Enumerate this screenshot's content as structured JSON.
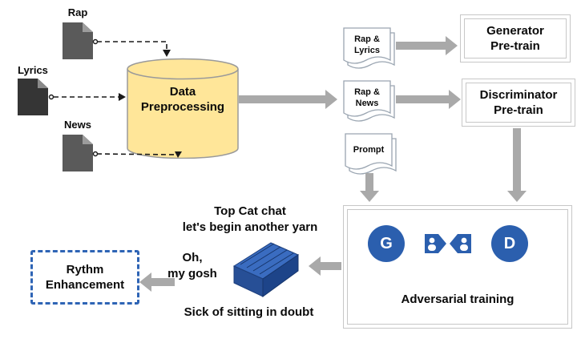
{
  "sources": [
    {
      "label": "Rap"
    },
    {
      "label": "Lyrics"
    },
    {
      "label": "News"
    }
  ],
  "preprocessing": {
    "line1": "Data",
    "line2": "Preprocessing"
  },
  "datasets": [
    {
      "line1": "Rap &",
      "line2": "Lyrics"
    },
    {
      "line1": "Rap &",
      "line2": "News"
    },
    {
      "line1": "Prompt",
      "line2": ""
    }
  ],
  "generator_pretrain": {
    "line1": "Generator",
    "line2": "Pre-train"
  },
  "discriminator_pretrain": {
    "line1": "Discriminator",
    "line2": "Pre-train"
  },
  "adversarial": {
    "label": "Adversarial training",
    "generator": "G",
    "discriminator": "D"
  },
  "samples": {
    "s1_line1": "Top Cat chat",
    "s1_line2": "let's begin another yarn",
    "s2_line1": "Oh,",
    "s2_line2": "my gosh",
    "s3": "Sick of sitting in doubt"
  },
  "rythm": {
    "line1": "Rythm",
    "line2": "Enhancement"
  },
  "colors": {
    "cylinder_fill": "#FFE699",
    "accent_blue": "#2B5FAE",
    "dashed_border_blue": "#2E64B5",
    "arrow_gray": "#A9A9A9",
    "doc_dark": "#5A5A5A",
    "book_blue": "#2A55A0"
  }
}
